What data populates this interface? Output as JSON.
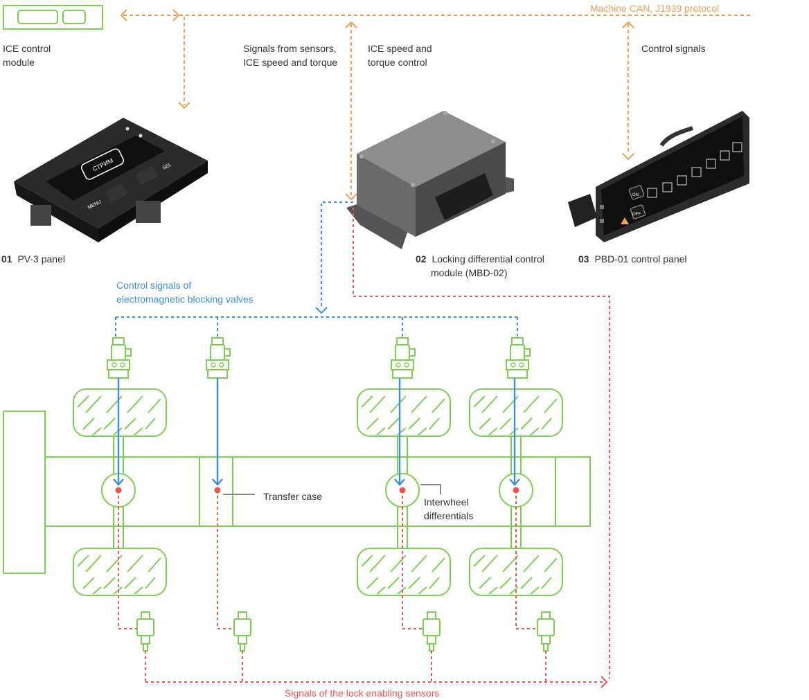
{
  "bus": {
    "label": "Machine CAN, J1939 protocol"
  },
  "ice_module": {
    "label_line1": "ICE control",
    "label_line2": "module"
  },
  "signals_sensors": {
    "line1": "Signals from sensors,",
    "line2": "ICE speed and torque"
  },
  "ice_control": {
    "line1": "ICE speed and",
    "line2": "torque control"
  },
  "control_signals": {
    "label": "Control signals"
  },
  "panel01": {
    "num": "01",
    "label": "PV-3 panel",
    "screen_text": "СТРИМ",
    "menu": "MENU",
    "sel": "SEL"
  },
  "module02": {
    "num": "02",
    "line1": "Locking differential control",
    "line2": "module  (MBD-02)"
  },
  "panel03": {
    "num": "03",
    "label": "PBD-01 control panel",
    "on": "ON",
    "off": "OFF"
  },
  "valves_signals": {
    "line1": "Control signals of",
    "line2": "electromagnetic blocking valves"
  },
  "transfer_case": {
    "label": "Transfer case"
  },
  "interwheel": {
    "line1": "Interwheel",
    "line2": "differentials"
  },
  "sensors_signals": {
    "label": "Signals of the lock enabling sensors"
  },
  "colors": {
    "green": "#7dcf4f",
    "orange": "#f0a04b",
    "blue": "#3a8fd6",
    "red": "#ef5350"
  }
}
